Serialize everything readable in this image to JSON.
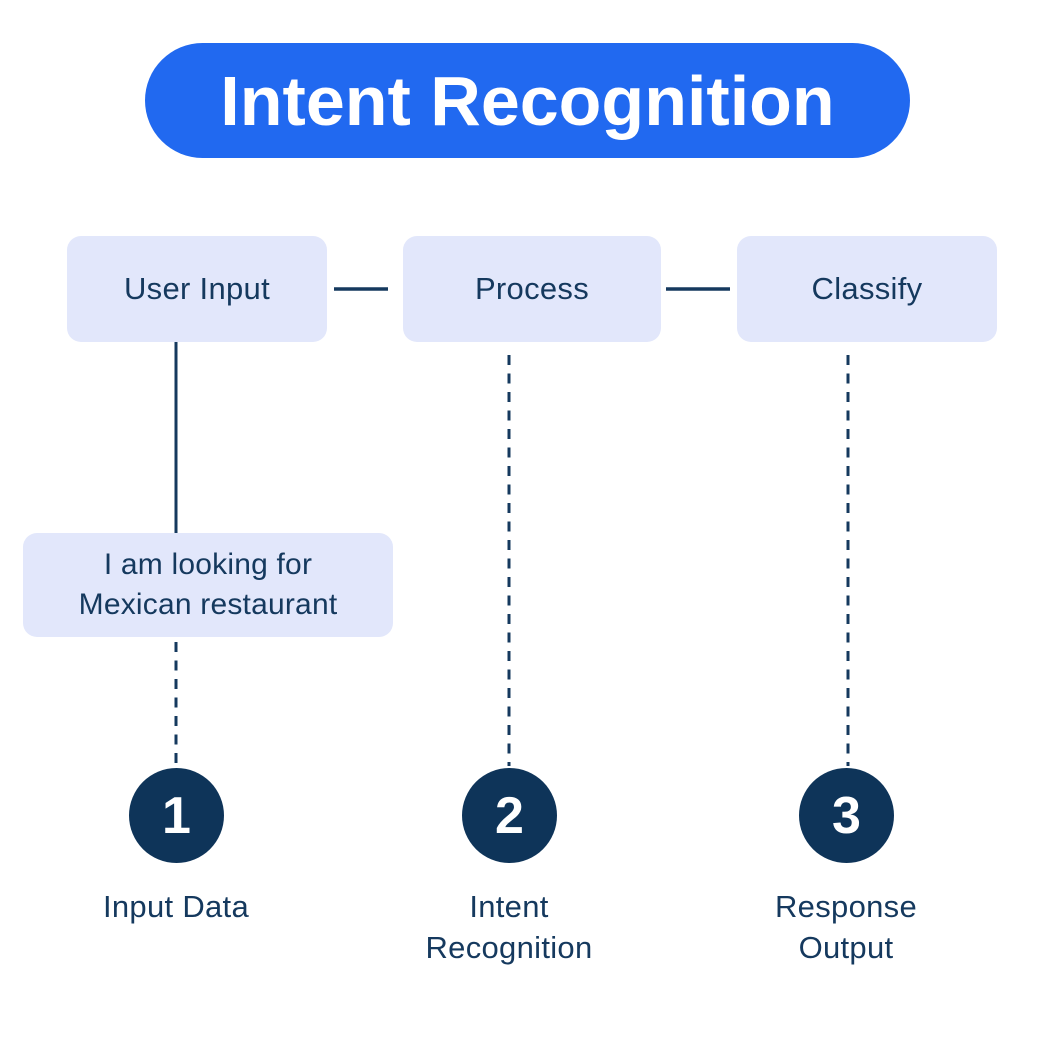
{
  "title": "Intent Recognition",
  "colors": {
    "accent_blue": "#2169f0",
    "node_background": "#e2e7fb",
    "navy_text": "#15395e",
    "circle_background": "#0e3459",
    "page_background": "#ffffff",
    "title_text": "#ffffff"
  },
  "flow_nodes": [
    {
      "label": "User Input"
    },
    {
      "label": "Process"
    },
    {
      "label": "Classify"
    }
  ],
  "example_box": {
    "text": "I am looking for\nMexican restaurant"
  },
  "steps": [
    {
      "number": "1",
      "label": "Input Data"
    },
    {
      "number": "2",
      "label": "Intent\nRecognition"
    },
    {
      "number": "3",
      "label": "Response\nOutput"
    }
  ]
}
